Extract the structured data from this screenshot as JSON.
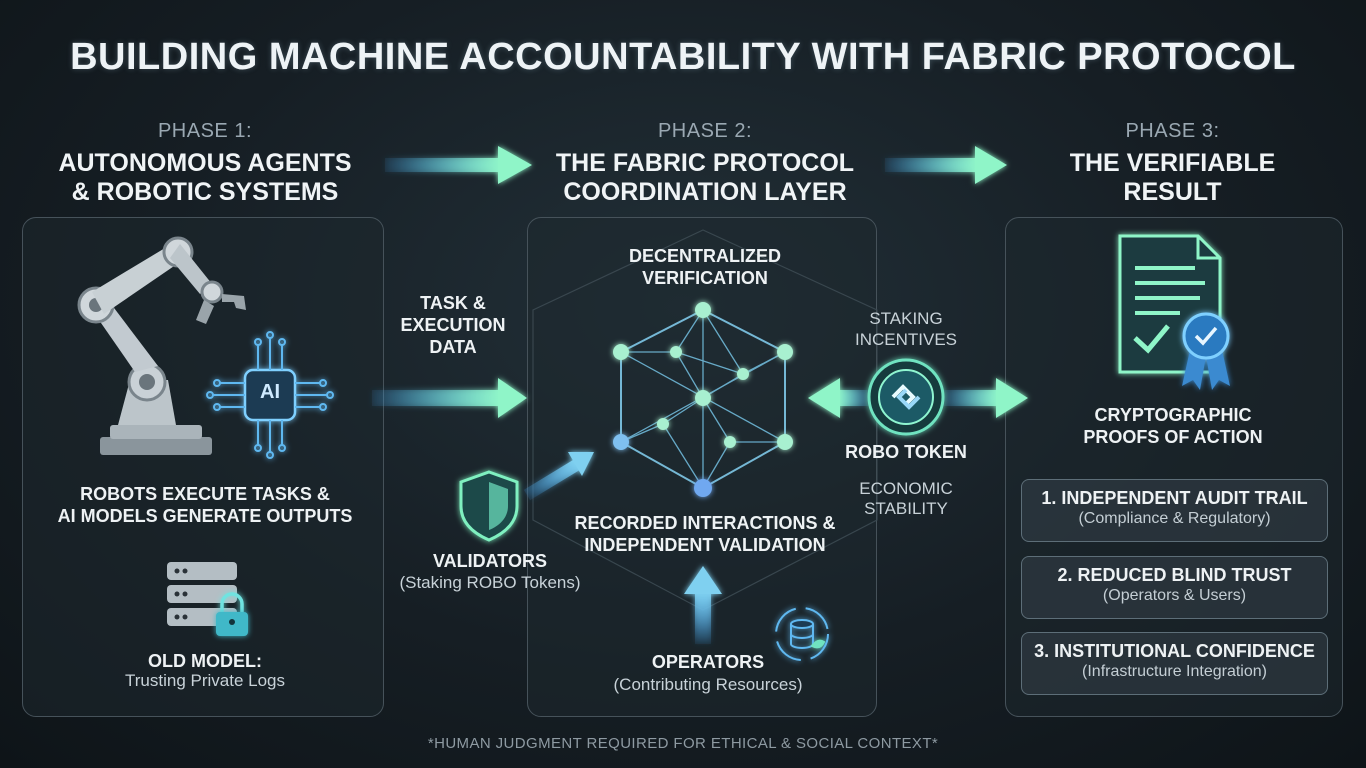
{
  "title": "BUILDING MACHINE ACCOUNTABILITY WITH FABRIC PROTOCOL",
  "phases": [
    {
      "label": "PHASE 1:",
      "title_line1": "AUTONOMOUS AGENTS",
      "title_line2": "& ROBOTIC SYSTEMS"
    },
    {
      "label": "PHASE 2:",
      "title_line1": "THE FABRIC PROTOCOL",
      "title_line2": "COORDINATION LAYER"
    },
    {
      "label": "PHASE 3:",
      "title_line1": "THE VERIFIABLE",
      "title_line2": "RESULT"
    }
  ],
  "phase1": {
    "ai_chip_label": "AI",
    "execute_line1": "ROBOTS EXECUTE TASKS &",
    "execute_line2": "AI MODELS  GENERATE OUTPUTS",
    "old_model_title": "OLD MODEL:",
    "old_model_sub": "Trusting Private Logs"
  },
  "flow": {
    "task_line1": "TASK &",
    "task_line2": "EXECUTION",
    "task_line3": "DATA"
  },
  "phase2": {
    "verification_line1": "DECENTRALIZED",
    "verification_line2": "VERIFICATION",
    "recorded_line1": "RECORDED INTERACTIONS &",
    "recorded_line2": "INDEPENDENT VALIDATION",
    "validators_title": "VALIDATORS",
    "validators_sub": "(Staking ROBO Tokens)",
    "operators_title": "OPERATORS",
    "operators_sub": "(Contributing Resources)"
  },
  "token": {
    "staking_line1": "STAKING",
    "staking_line2": "INCENTIVES",
    "name": "ROBO TOKEN",
    "economic_line1": "ECONOMIC",
    "economic_line2": "STABILITY"
  },
  "phase3": {
    "proofs_line1": "CRYPTOGRAPHIC",
    "proofs_line2": "PROOFS OF ACTION",
    "results": [
      {
        "title": "1. INDEPENDENT AUDIT TRAIL",
        "sub": "(Compliance & Regulatory)"
      },
      {
        "title": "2. REDUCED BLIND TRUST",
        "sub": "(Operators & Users)"
      },
      {
        "title": "3. INSTITUTIONAL CONFIDENCE",
        "sub": "(Infrastructure Integration)"
      }
    ]
  },
  "footnote": "*HUMAN JUDGMENT REQUIRED FOR ETHICAL & SOCIAL CONTEXT*",
  "colors": {
    "accent_green": "#7ff0c0",
    "accent_blue": "#5fb8f0",
    "accent_cyan": "#6fe3e0"
  }
}
